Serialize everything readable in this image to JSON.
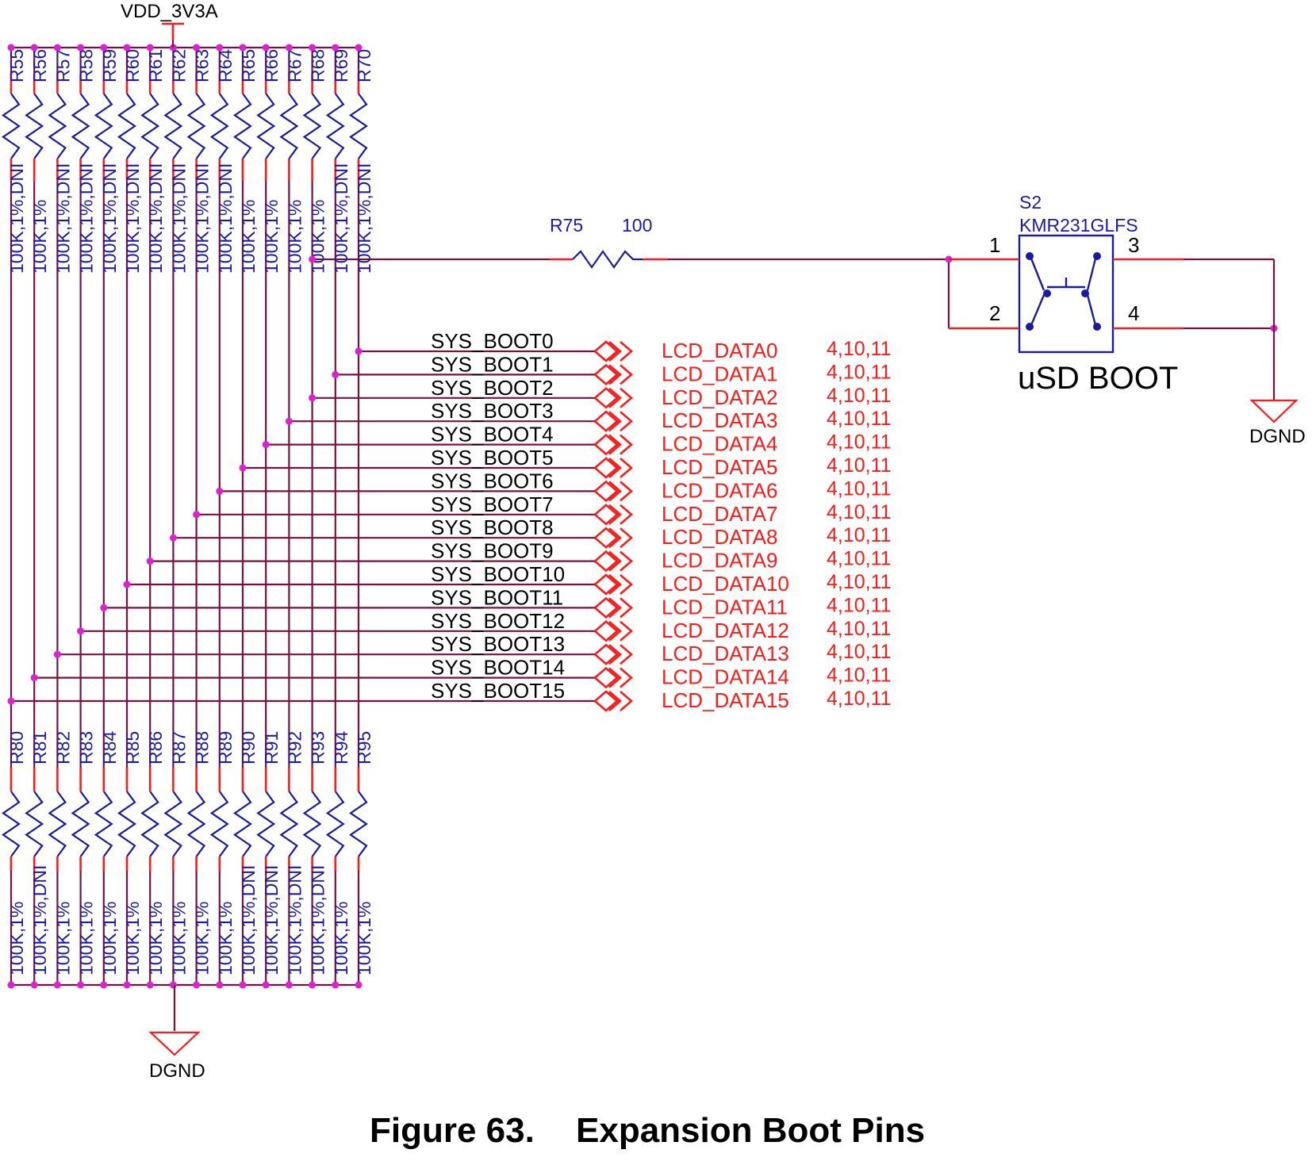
{
  "power": {
    "vdd_label": "VDD_3V3A",
    "gnd_label_left": "DGND",
    "gnd_label_right": "DGND"
  },
  "pullups": [
    {
      "ref": "R55",
      "value": "100K,1%,DNI"
    },
    {
      "ref": "R56",
      "value": "100K,1%"
    },
    {
      "ref": "R57",
      "value": "100K,1%,DNI"
    },
    {
      "ref": "R58",
      "value": "100K,1%,DNI"
    },
    {
      "ref": "R59",
      "value": "100K,1%,DNI"
    },
    {
      "ref": "R60",
      "value": "100K,1%,DNI"
    },
    {
      "ref": "R61",
      "value": "100K,1%,DNI"
    },
    {
      "ref": "R62",
      "value": "100K,1%,DNI"
    },
    {
      "ref": "R63",
      "value": "100K,1%,DNI"
    },
    {
      "ref": "R64",
      "value": "100K,1%,DNI"
    },
    {
      "ref": "R65",
      "value": "100K,1%"
    },
    {
      "ref": "R66",
      "value": "100K,1%"
    },
    {
      "ref": "R67",
      "value": "100K,1%"
    },
    {
      "ref": "R68",
      "value": "100K,1%"
    },
    {
      "ref": "R69",
      "value": "100K,1%,DNI"
    },
    {
      "ref": "R70",
      "value": "100K,1%,DNI"
    }
  ],
  "pulldowns": [
    {
      "ref": "R80",
      "value": "100K,1%"
    },
    {
      "ref": "R81",
      "value": "100K,1%,DNI"
    },
    {
      "ref": "R82",
      "value": "100K,1%"
    },
    {
      "ref": "R83",
      "value": "100K,1%"
    },
    {
      "ref": "R84",
      "value": "100K,1%"
    },
    {
      "ref": "R85",
      "value": "100K,1%"
    },
    {
      "ref": "R86",
      "value": "100K,1%"
    },
    {
      "ref": "R87",
      "value": "100K,1%"
    },
    {
      "ref": "R88",
      "value": "100K,1%"
    },
    {
      "ref": "R89",
      "value": "100K,1%"
    },
    {
      "ref": "R90",
      "value": "100K,1%,DNI"
    },
    {
      "ref": "R91",
      "value": "100K,1%,DNI"
    },
    {
      "ref": "R92",
      "value": "100K,1%,DNI"
    },
    {
      "ref": "R93",
      "value": "100K,1%,DNI"
    },
    {
      "ref": "R94",
      "value": "100K,1%"
    },
    {
      "ref": "R95",
      "value": "100K,1%"
    }
  ],
  "nets": [
    {
      "boot": "SYS_BOOT0",
      "lcd": "LCD_DATA0",
      "pages": "4,10,11"
    },
    {
      "boot": "SYS_BOOT1",
      "lcd": "LCD_DATA1",
      "pages": "4,10,11"
    },
    {
      "boot": "SYS_BOOT2",
      "lcd": "LCD_DATA2",
      "pages": "4,10,11"
    },
    {
      "boot": "SYS_BOOT3",
      "lcd": "LCD_DATA3",
      "pages": "4,10,11"
    },
    {
      "boot": "SYS_BOOT4",
      "lcd": "LCD_DATA4",
      "pages": "4,10,11"
    },
    {
      "boot": "SYS_BOOT5",
      "lcd": "LCD_DATA5",
      "pages": "4,10,11"
    },
    {
      "boot": "SYS_BOOT6",
      "lcd": "LCD_DATA6",
      "pages": "4,10,11"
    },
    {
      "boot": "SYS_BOOT7",
      "lcd": "LCD_DATA7",
      "pages": "4,10,11"
    },
    {
      "boot": "SYS_BOOT8",
      "lcd": "LCD_DATA8",
      "pages": "4,10,11"
    },
    {
      "boot": "SYS_BOOT9",
      "lcd": "LCD_DATA9",
      "pages": "4,10,11"
    },
    {
      "boot": "SYS_BOOT10",
      "lcd": "LCD_DATA10",
      "pages": "4,10,11"
    },
    {
      "boot": "SYS_BOOT11",
      "lcd": "LCD_DATA11",
      "pages": "4,10,11"
    },
    {
      "boot": "SYS_BOOT12",
      "lcd": "LCD_DATA12",
      "pages": "4,10,11"
    },
    {
      "boot": "SYS_BOOT13",
      "lcd": "LCD_DATA13",
      "pages": "4,10,11"
    },
    {
      "boot": "SYS_BOOT14",
      "lcd": "LCD_DATA14",
      "pages": "4,10,11"
    },
    {
      "boot": "SYS_BOOT15",
      "lcd": "LCD_DATA15",
      "pages": "4,10,11"
    }
  ],
  "series_resistor": {
    "ref": "R75",
    "value": "100"
  },
  "switch": {
    "ref": "S2",
    "part": "KMR231GLFS",
    "pins": [
      "1",
      "2",
      "3",
      "4"
    ],
    "label": "uSD BOOT"
  },
  "caption": {
    "figure": "Figure 63.",
    "title": "Expansion Boot Pins"
  },
  "colors": {
    "wire": "#7a1040",
    "pin": "#ff1a1a",
    "component": "#1a1aa6",
    "junction": "#e020d0",
    "net_label": "#ff1a1a"
  }
}
